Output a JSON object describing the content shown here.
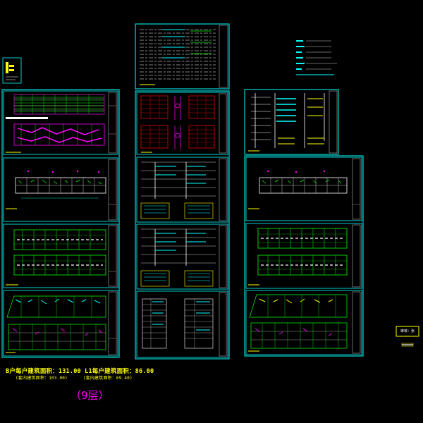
{
  "drawing": {
    "background": "#000000",
    "colors": {
      "frame": "#00ffff",
      "green": "#00ff00",
      "yellow": "#ffff00",
      "magenta": "#ff00ff",
      "white": "#ffffff",
      "red": "#ff0000",
      "blue": "#3050ff"
    }
  },
  "caption": {
    "area_line_1": "B户每户建筑面积：131.00  L1每户建筑面积：86.00",
    "area_line_2a": "(套内建筑面积：103.00)",
    "area_line_2b": "(套内建筑面积：69.40)",
    "floors": "（9层）"
  },
  "stamp": {
    "text": "审核：张"
  },
  "sheet_columns": [
    {
      "name": "left-column",
      "sheets": [
        "electrical-plan",
        "floor-plan",
        "standard-floor-plan",
        "roof-plan"
      ]
    },
    {
      "name": "middle-column",
      "sheets": [
        "design-notes",
        "meter-box-details",
        "distribution-system",
        "riser-system",
        "equipment-tables"
      ]
    },
    {
      "name": "right-column",
      "sheets": [
        "riser-diagram",
        "basement-plan",
        "standard-floor-plan",
        "roof-plan"
      ]
    }
  ]
}
